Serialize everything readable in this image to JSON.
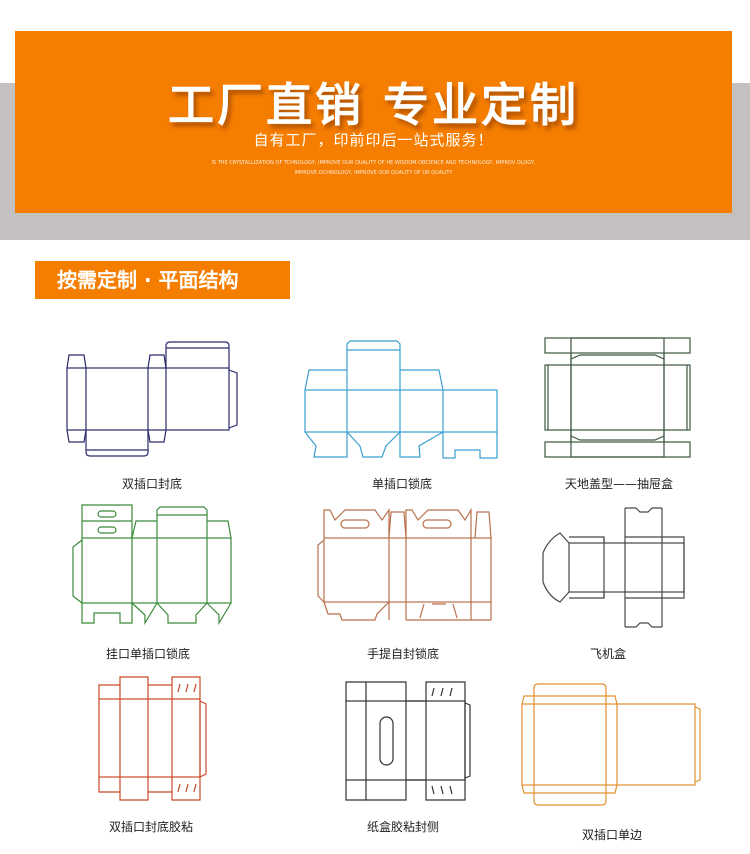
{
  "banner": {
    "headline": "工厂直销  专业定制",
    "subline": "自有工厂，印前印后一站式服务！",
    "english": "IS THE CRYSTALLIZATION OF TCHNOLOGY, IMPROVE OUR QUALITY OF HE WISDOM OBCIENCE AND TECHNOLOGY, IMPROV OLOGY, IMPROVE OCHNOLOGY, IMPROVE OUR QUALITY OF UR QUALITY"
  },
  "section": {
    "title": "按需定制 · 平面结构"
  },
  "colors": {
    "accent": "#f57d00",
    "band": "#c4c0c0"
  },
  "box_types": [
    {
      "label": "双插口封底",
      "color": "#2b2b6b"
    },
    {
      "label": "单插口锁底",
      "color": "#3a9fd0"
    },
    {
      "label": "天地盖型——抽屉盒",
      "color": "#3d573d"
    },
    {
      "label": "挂口单插口锁底",
      "color": "#3a8a3a"
    },
    {
      "label": "手提自封锁底",
      "color": "#b8714c"
    },
    {
      "label": "飞机盒",
      "color": "#474747"
    },
    {
      "label": "双插口封底胶粘",
      "color": "#c84a2a"
    },
    {
      "label": "纸盒胶粘封侧",
      "color": "#333333"
    },
    {
      "label": "双插口单边",
      "color": "#e0902e"
    }
  ]
}
